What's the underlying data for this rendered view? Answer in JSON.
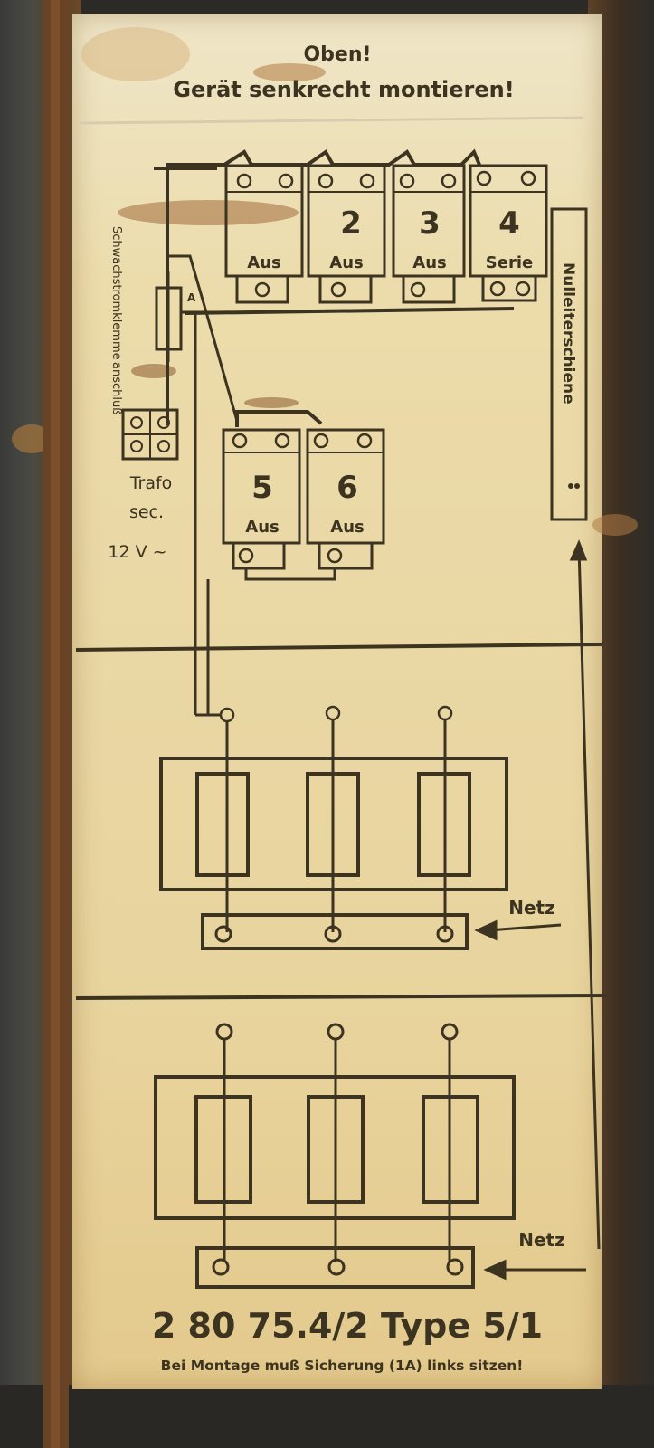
{
  "header": {
    "line1": "Oben!",
    "line2": "Gerät senkrecht montieren!"
  },
  "breakers_top": [
    {
      "number": "",
      "label": "Aus"
    },
    {
      "number": "2",
      "label": "Aus"
    },
    {
      "number": "3",
      "label": "Aus"
    },
    {
      "number": "4",
      "label": "Serie"
    }
  ],
  "breakers_mid": [
    {
      "number": "5",
      "label": "Aus"
    },
    {
      "number": "6",
      "label": "Aus"
    }
  ],
  "fuse_label": "A",
  "side_labels": {
    "schwachstrom": "Schwachstromklemme",
    "anschluss": "anschluß",
    "trafo": "Trafo",
    "sec": "sec.",
    "voltage": "12 V ~",
    "nulleiter": "Nulleiterschiene"
  },
  "netz_labels": [
    "Netz",
    "Netz"
  ],
  "footer": {
    "model": "2 80 75.4/2 Type 5/1",
    "note": "Bei Montage muß Sicherung (1A) links sitzen!"
  },
  "colors": {
    "plate": "#ecdcab",
    "ink": "#3c3320",
    "rust": "#7a4a22"
  }
}
